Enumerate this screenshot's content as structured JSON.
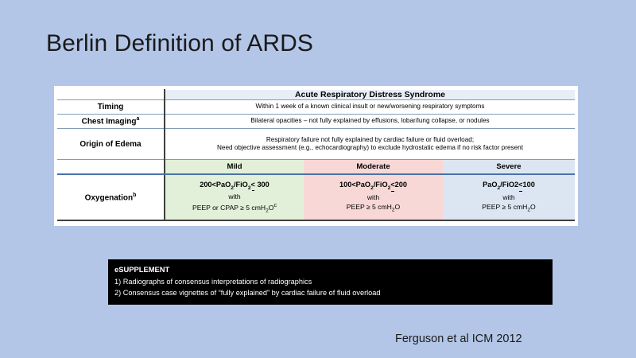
{
  "slide": {
    "title": "Berlin Definition of ARDS",
    "background_color": "#b3c6e7",
    "citation": "Ferguson et al  ICM 2012"
  },
  "table": {
    "syndrome_header": "Acute Respiratory Distress Syndrome",
    "rows": [
      {
        "label": "Timing",
        "label_superscript": "",
        "value": "Within 1 week of a known clinical insult or new/worsening respiratory symptoms"
      },
      {
        "label": "Chest Imaging",
        "label_superscript": "a",
        "value": "Bilateral opacities – not fully explained by effusions, lobar/lung collapse, or nodules"
      },
      {
        "label": "Origin of Edema",
        "label_superscript": "",
        "value_line1": "Respiratory failure not fully explained by cardiac failure or fluid overload;",
        "value_line2": "Need objective assessment (e.g., echocardiography) to exclude hydrostatic edema if no risk factor present"
      }
    ],
    "oxygenation": {
      "label": "Oxygenation",
      "label_superscript": "b",
      "severities": [
        {
          "name": "Mild",
          "color": "#e2f0d9",
          "ratio_prefix": "200<PaO",
          "ratio_sub1": "2",
          "ratio_mid": "/FiO",
          "ratio_sub2": "2",
          "ratio_op": "<",
          "ratio_suffix": " 300",
          "with": "with",
          "peep_prefix": "PEEP or CPAP ≥ 5 cmH",
          "peep_sub": "2",
          "peep_suffix": "O",
          "peep_superscript": "c"
        },
        {
          "name": "Moderate",
          "color": "#f8d7d7",
          "ratio_prefix": "100<PaO",
          "ratio_sub1": "2",
          "ratio_mid": "/FiO",
          "ratio_sub2": "2",
          "ratio_op": "<",
          "ratio_suffix": "200",
          "with": "with",
          "peep_prefix": "PEEP ≥ 5 cmH",
          "peep_sub": "2",
          "peep_suffix": "O",
          "peep_superscript": ""
        },
        {
          "name": "Severe",
          "color": "#dce6f2",
          "ratio_prefix": "PaO",
          "ratio_sub1": "2",
          "ratio_mid": "/FiO2",
          "ratio_sub2": "",
          "ratio_op": "<",
          "ratio_suffix": "100",
          "with": "with",
          "peep_prefix": "PEEP ≥ 5 cmH",
          "peep_sub": "2",
          "peep_suffix": "O",
          "peep_superscript": ""
        }
      ]
    }
  },
  "esupplement": {
    "heading": "eSUPPLEMENT",
    "item1": "1) Radiographs of consensus interpretations of radiographics",
    "item2": "2) Consensus case vignettes of “fully explained” by cardiac failure of fluid overload"
  }
}
